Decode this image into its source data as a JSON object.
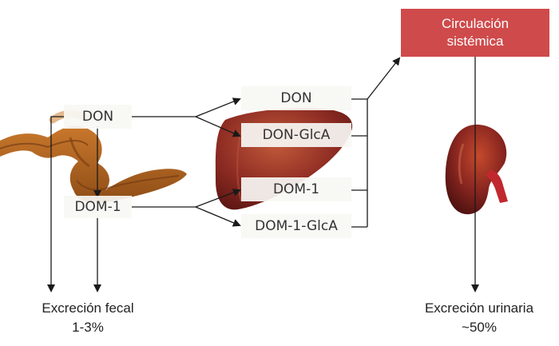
{
  "diagram": {
    "nodes": {
      "don_intestine": "DON",
      "dom1_intestine": "DOM-1",
      "don_liver": "DON",
      "don_glca": "DON-GlcA",
      "dom1_liver": "DOM-1",
      "dom1_glca": "DOM-1-GlcA",
      "circulation_line1": "Circulación",
      "circulation_line2": "sistémica"
    },
    "outputs": {
      "fecal_label": "Excreción fecal",
      "fecal_value": "1-3%",
      "urinary_label": "Excreción urinaria",
      "urinary_value": "~50%"
    },
    "colors": {
      "circulation_box": "#cf4a4b",
      "intestine": "#b5671f",
      "liver": "#8b2a22",
      "kidney": "#8a2620",
      "arrow": "#1a1a1a"
    },
    "icons": [
      "intestine-icon",
      "liver-icon",
      "kidney-icon"
    ]
  }
}
